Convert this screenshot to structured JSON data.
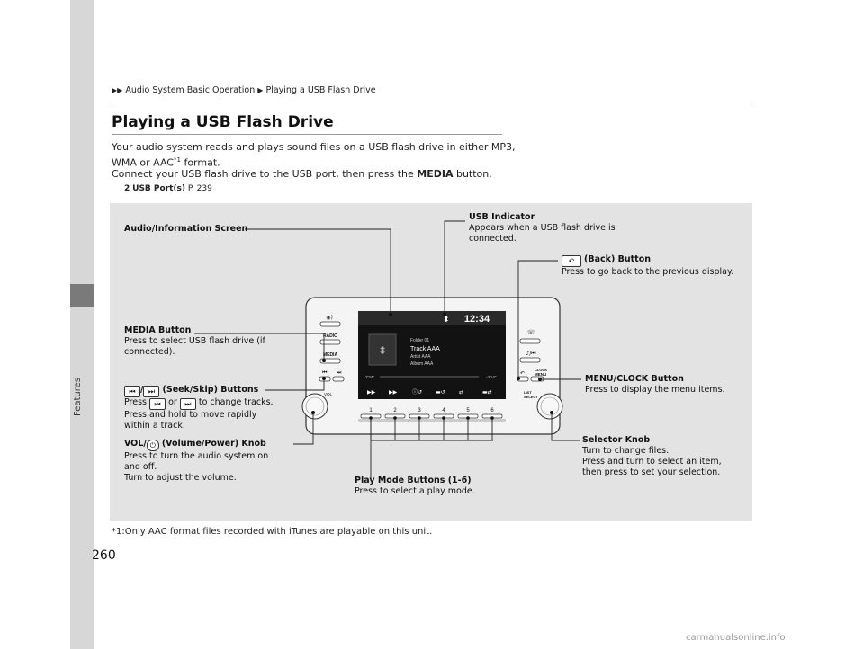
{
  "sidebar": {
    "label": "Features"
  },
  "breadcrumb": {
    "part1": "Audio System Basic Operation",
    "part2": "Playing a USB Flash Drive"
  },
  "page": {
    "title": "Playing a USB Flash Drive",
    "para1_line1": "Your audio system reads and plays sound files on a USB flash drive in either MP3,",
    "para1_line2a": "WMA or AAC",
    "para1_sup": "*1",
    "para1_line2b": " format.",
    "para2_a": "Connect your USB flash drive to the USB port, then press the ",
    "para2_b": "MEDIA",
    "para2_c": " button.",
    "xref_label": "USB Port(s)",
    "xref_page": " P. 239",
    "footnote": "*1:Only AAC format files recorded with iTunes are playable on this unit.",
    "page_number": "260",
    "watermark": "carmanualsonline.info"
  },
  "screen": {
    "time": "12:34",
    "folder": "Folder 01",
    "track": "Track AAA",
    "artist": "Artist AAA",
    "album": "Album AAA",
    "elapsed": "2'34\"",
    "remaining": "-3'14\""
  },
  "unit": {
    "radio": "RADIO",
    "media": "MEDIA",
    "clock_menu": "CLOCK\nMENU",
    "vol": "VOL",
    "list": "LIST\nSELECT",
    "presets": [
      "1",
      "2",
      "3",
      "4",
      "5",
      "6"
    ]
  },
  "callouts": {
    "audio_screen": "Audio/Information Screen",
    "usb_title": "USB Indicator",
    "usb_l1": "Appears when a USB flash drive is",
    "usb_l2": "connected.",
    "back_title": "(Back) Button",
    "back_l1": "Press to go back to the previous display.",
    "media_title": "MEDIA Button",
    "media_l1": "Press to select USB flash drive (if",
    "media_l2": "connected).",
    "seek_title": "(Seek/Skip) Buttons",
    "seek_l1a": "Press",
    "seek_l1b": "or",
    "seek_l1c": "to change tracks.",
    "seek_l2": "Press and hold to move rapidly",
    "seek_l3": "within a track.",
    "menu_title": "MENU/CLOCK Button",
    "menu_l1": "Press to display the menu items.",
    "vol_title_a": "VOL/",
    "vol_title_b": "(Volume/Power) Knob",
    "vol_l1": "Press to turn the audio system on",
    "vol_l2": "and off.",
    "vol_l3": "Turn to adjust the volume.",
    "selector_title": "Selector Knob",
    "selector_l1": "Turn to change files.",
    "selector_l2": "Press and turn to select an item,",
    "selector_l3": "then press to set your selection.",
    "play_title": "Play Mode Buttons (1-6)",
    "play_l1": "Press to select a play mode."
  }
}
